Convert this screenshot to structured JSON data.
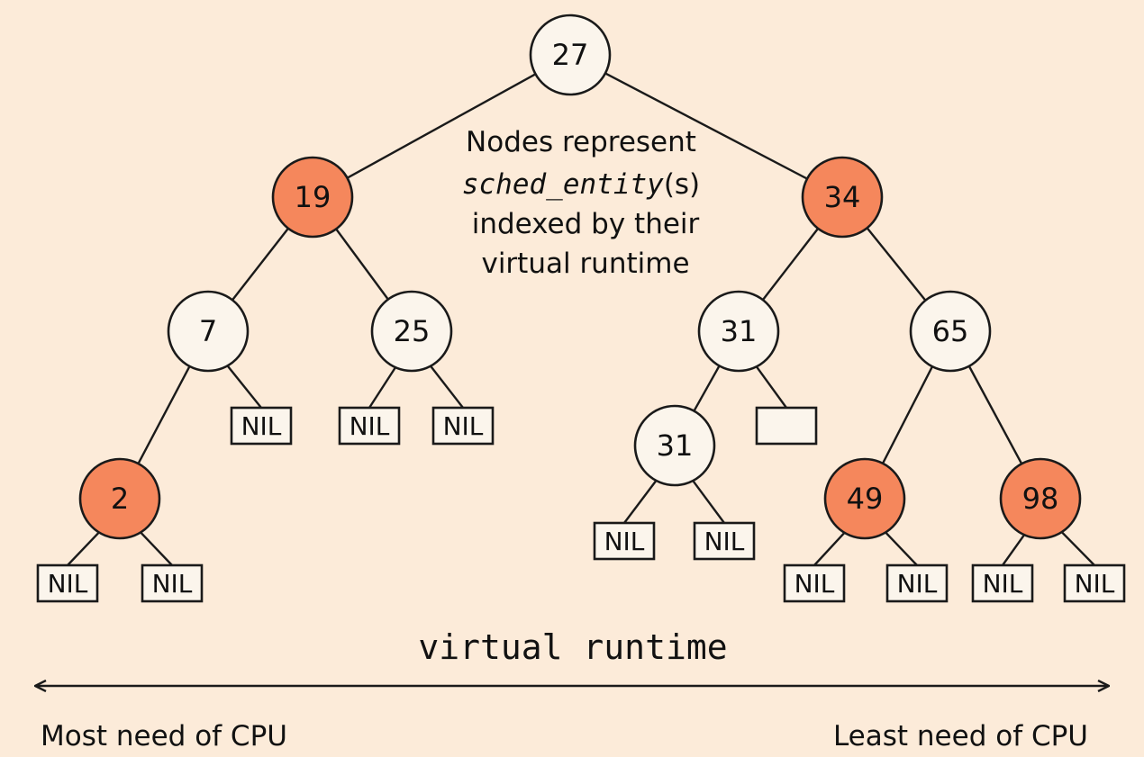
{
  "colors": {
    "background": "#fcebd9",
    "red_node": "#f5875c",
    "black_node": "#fbf5ec",
    "stroke": "#1a1a1a"
  },
  "note": {
    "line1": "Nodes represent",
    "line2_code": "sched_entity",
    "line2_suffix": "(s)",
    "line3": "indexed by their",
    "line4": "virtual runtime"
  },
  "tree": {
    "nodes": [
      {
        "id": "n27",
        "label": "27",
        "color": "black",
        "parent": null
      },
      {
        "id": "n19",
        "label": "19",
        "color": "red",
        "parent": "n27"
      },
      {
        "id": "n34",
        "label": "34",
        "color": "red",
        "parent": "n27"
      },
      {
        "id": "n7",
        "label": "7",
        "color": "black",
        "parent": "n19"
      },
      {
        "id": "n25",
        "label": "25",
        "color": "black",
        "parent": "n19"
      },
      {
        "id": "n31a",
        "label": "31",
        "color": "black",
        "parent": "n34"
      },
      {
        "id": "n65",
        "label": "65",
        "color": "black",
        "parent": "n34"
      },
      {
        "id": "n2",
        "label": "2",
        "color": "red",
        "parent": "n7"
      },
      {
        "id": "n31b",
        "label": "31",
        "color": "black",
        "parent": "n31a"
      },
      {
        "id": "n49",
        "label": "49",
        "color": "red",
        "parent": "n65"
      },
      {
        "id": "n98",
        "label": "98",
        "color": "red",
        "parent": "n65"
      }
    ],
    "leaves": [
      {
        "id": "l7r",
        "label": "NIL",
        "parent": "n7"
      },
      {
        "id": "l25l",
        "label": "NIL",
        "parent": "n25"
      },
      {
        "id": "l25r",
        "label": "NIL",
        "parent": "n25"
      },
      {
        "id": "l2l",
        "label": "NIL",
        "parent": "n2"
      },
      {
        "id": "l2r",
        "label": "NIL",
        "parent": "n2"
      },
      {
        "id": "l31ar",
        "label": "",
        "parent": "n31a"
      },
      {
        "id": "l31bl",
        "label": "NIL",
        "parent": "n31b"
      },
      {
        "id": "l31br",
        "label": "NIL",
        "parent": "n31b"
      },
      {
        "id": "l49l",
        "label": "NIL",
        "parent": "n49"
      },
      {
        "id": "l49r",
        "label": "NIL",
        "parent": "n49"
      },
      {
        "id": "l98l",
        "label": "NIL",
        "parent": "n98"
      },
      {
        "id": "l98r",
        "label": "NIL",
        "parent": "n98"
      }
    ]
  },
  "axis": {
    "title": "virtual runtime",
    "left_label": "Most need of CPU",
    "right_label": "Least need of CPU"
  }
}
